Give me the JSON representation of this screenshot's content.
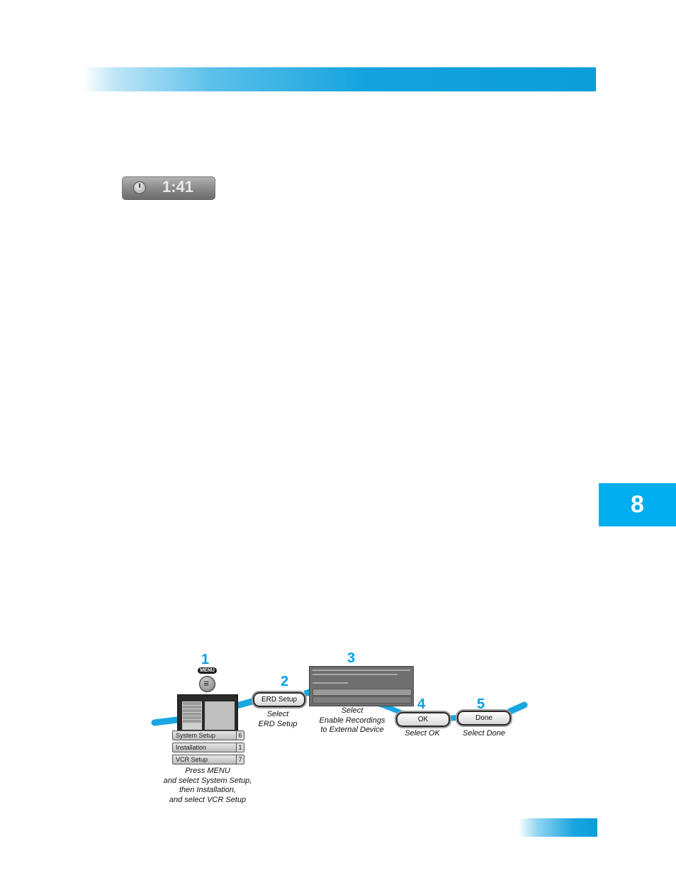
{
  "chapter_tab": {
    "number": "8"
  },
  "timer": {
    "time": "1:41",
    "icon": "clock-icon"
  },
  "procedure": {
    "steps": [
      {
        "number": "1",
        "caption_lines": [
          "Press MENU",
          "and select System Setup,",
          "then Installation,",
          "and select VCR Setup"
        ]
      },
      {
        "number": "2",
        "button": "ERD Setup",
        "caption_lines": [
          "Select",
          "ERD Setup"
        ]
      },
      {
        "number": "3",
        "caption_lines": [
          "Select",
          "Enable Recordings",
          "to External Device"
        ]
      },
      {
        "number": "4",
        "button": "OK",
        "caption_lines": [
          "Select OK"
        ]
      },
      {
        "number": "5",
        "button": "Done",
        "caption_lines": [
          "Select Done"
        ]
      }
    ],
    "remote_button": "MENU",
    "menu_rows": [
      {
        "label": "System Setup",
        "num": "6"
      },
      {
        "label": "Installation",
        "num": "1"
      },
      {
        "label": "VCR Setup",
        "num": "7"
      }
    ]
  },
  "colors": {
    "accent": "#00aeef",
    "step_number": "#00a0e3"
  }
}
